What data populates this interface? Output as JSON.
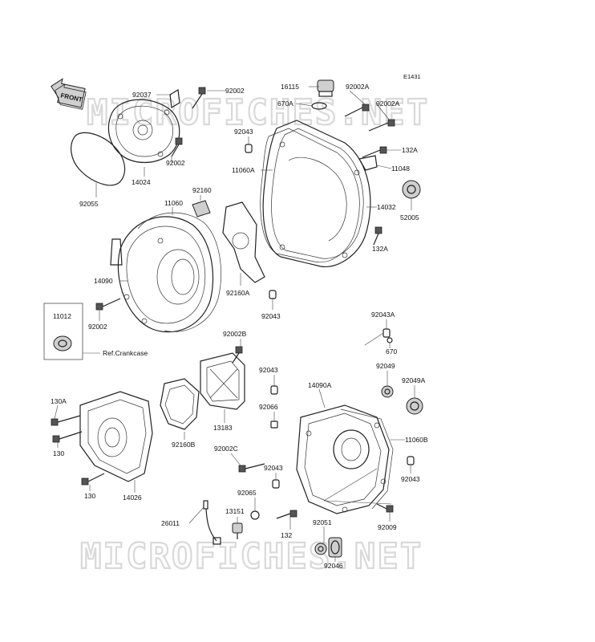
{
  "diagram_code": "E1431",
  "front_badge": "FRONT",
  "watermark": "MICROFICHES.NET",
  "labels": {
    "p92037": "92037",
    "p92002_a": "92002",
    "p16115": "16115",
    "p92002A_a": "92002A",
    "p670A": "670A",
    "p92002A_b": "92002A",
    "p92043_a": "92043",
    "p132A_a": "132A",
    "p11060A": "11060A",
    "p11048": "11048",
    "p92002_b": "92002",
    "p14024": "14024",
    "p92055": "92055",
    "p92160": "92160",
    "p11060": "11060",
    "p14032": "14032",
    "p52005": "52005",
    "p132A_b": "132A",
    "p14090": "14090",
    "p92160A": "92160A",
    "p92043_b": "92043",
    "p11012": "11012",
    "p92002_c": "92002",
    "ref_crankcase": "Ref.Crankcase",
    "p92043A": "92043A",
    "p92002B": "92002B",
    "p670": "670",
    "p92043_c": "92043",
    "p92049": "92049",
    "p92049A": "92049A",
    "p14090A": "14090A",
    "p130A": "130A",
    "p13183": "13183",
    "p92066": "92066",
    "p130_a": "130",
    "p92160B": "92160B",
    "p92002C": "92002C",
    "p11060B": "11060B",
    "p92043_d": "92043",
    "p92043_e": "92043",
    "p130_b": "130",
    "p14026": "14026",
    "p92065": "92065",
    "p13151": "13151",
    "p26011": "26011",
    "p92009": "92009",
    "p92051": "92051",
    "p132": "132",
    "p92046": "92046"
  }
}
